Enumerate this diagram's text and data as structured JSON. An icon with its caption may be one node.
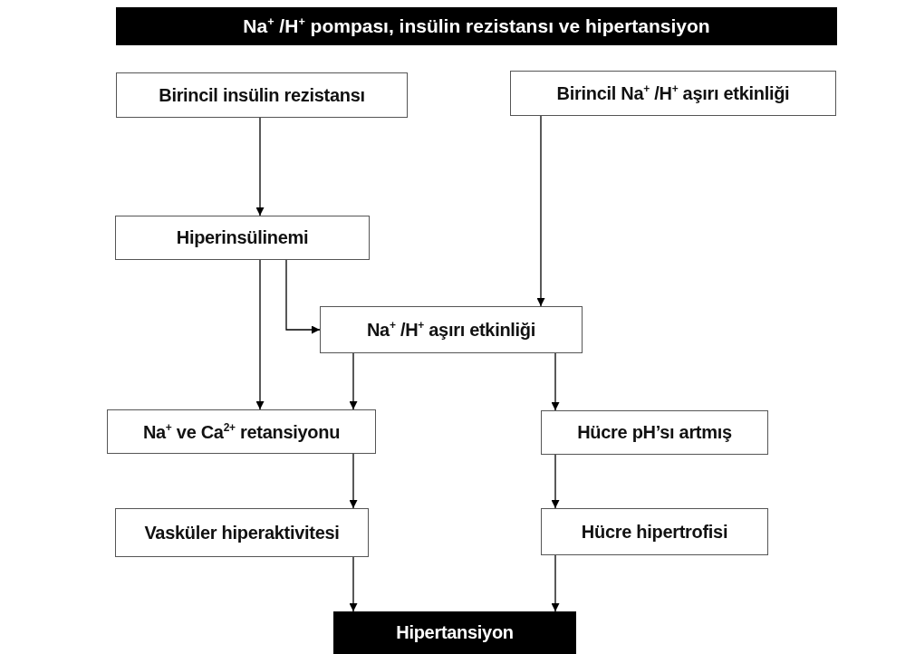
{
  "diagram": {
    "title": "Na$^{+}$ /H$^{+}$  pompası, insülin rezistansı ve hipertansiyon",
    "nodes": [
      {
        "text": [
          "Birincil insülin rezistansı"
        ]
      },
      {
        "text": [
          "Birincil Na$^{+}$ /H$^{+}$  aşırı etkinliği"
        ]
      },
      {
        "text": [
          "Hiperinsülinemi"
        ]
      },
      {
        "text": [
          "Na$^{+}$ /H$^{+}$  aşırı etkinliği"
        ]
      },
      {
        "text": [
          "Na$^{+}$ ve Ca$^{2+}$ retansiyonu"
        ]
      },
      {
        "text": [
          "Hücre pH’sı artmış"
        ]
      },
      {
        "text": [
          "Vasküler hiperaktivitesi"
        ]
      },
      {
        "text": [
          "Hücre hipertrofisi"
        ]
      },
      {
        "text": [
          "Hipertansiyon"
        ]
      }
    ],
    "edges": [
      {
        "from": 0,
        "to": 2,
        "arrow": "to"
      },
      {
        "from": 1,
        "to": 3,
        "arrow": "to"
      },
      {
        "from": 2,
        "to": 3,
        "arrow": "to"
      },
      {
        "from": 2,
        "to": 4,
        "arrow": "to"
      },
      {
        "from": 3,
        "to": 4,
        "arrow": "to"
      },
      {
        "from": 3,
        "to": 5,
        "arrow": "to"
      },
      {
        "from": 4,
        "to": 6,
        "arrow": "to"
      },
      {
        "from": 5,
        "to": 7,
        "arrow": "to"
      },
      {
        "from": 6,
        "to": 8,
        "arrow": "to"
      },
      {
        "from": 7,
        "to": 8,
        "arrow": "to"
      }
    ]
  }
}
